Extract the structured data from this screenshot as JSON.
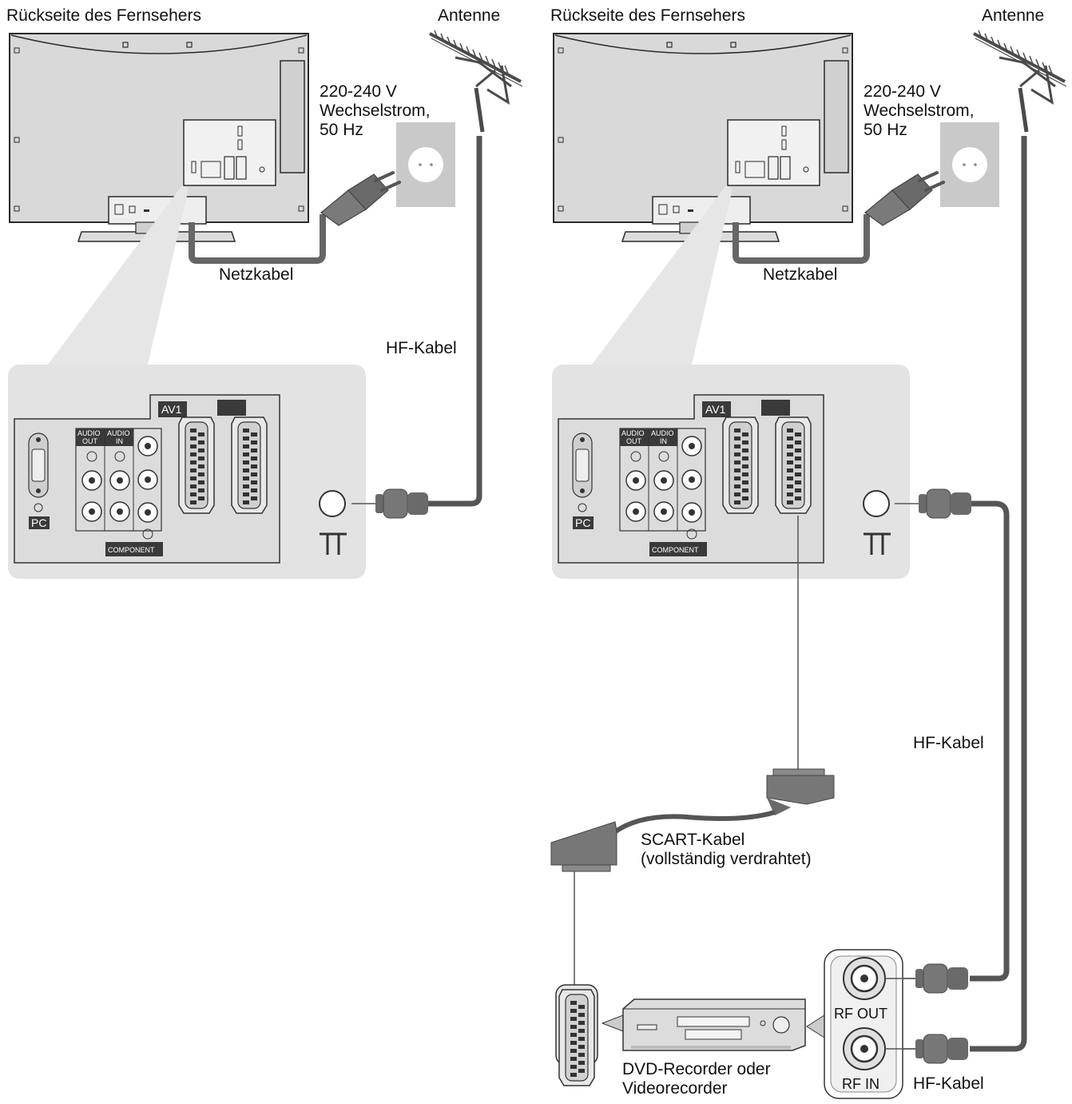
{
  "colors": {
    "tv_body": "#d6d6d6",
    "tv_outline": "#2a2a2a",
    "panel_bg": "#e3e3e3",
    "panel_inner": "#d9d9d9",
    "cable": "#555555",
    "plug": "#6a6a6a",
    "socket": "#c9c9c9",
    "label_bg": "#3a3a3a"
  },
  "left": {
    "tv_back_label": "Rückseite des Fernsehers",
    "antenna_label": "Antenne",
    "power_line1": "220-240 V",
    "power_line2": "Wechselstrom,",
    "power_line3": "50 Hz",
    "mains_cable_label": "Netzkabel",
    "rf_cable_label": "HF-Kabel",
    "panel": {
      "av1": "AV1",
      "audio_out_1": "AUDIO",
      "audio_out_2": "OUT",
      "audio_in_1": "AUDIO",
      "audio_in_2": "IN",
      "pc": "PC",
      "component": "COMPONENT"
    }
  },
  "right": {
    "tv_back_label": "Rückseite des Fernsehers",
    "antenna_label": "Antenne",
    "power_line1": "220-240 V",
    "power_line2": "Wechselstrom,",
    "power_line3": "50 Hz",
    "mains_cable_label": "Netzkabel",
    "rf_cable_label_1": "HF-Kabel",
    "rf_cable_label_2": "HF-Kabel",
    "scart_line1": "SCART-Kabel",
    "scart_line2": "(vollständig verdrahtet)",
    "recorder_line1": "DVD-Recorder oder",
    "recorder_line2": "Videorecorder",
    "rf_out": "RF OUT",
    "rf_in": "RF IN",
    "panel": {
      "av1": "AV1",
      "audio_out_1": "AUDIO",
      "audio_out_2": "OUT",
      "audio_in_1": "AUDIO",
      "audio_in_2": "IN",
      "pc": "PC",
      "component": "COMPONENT"
    }
  }
}
